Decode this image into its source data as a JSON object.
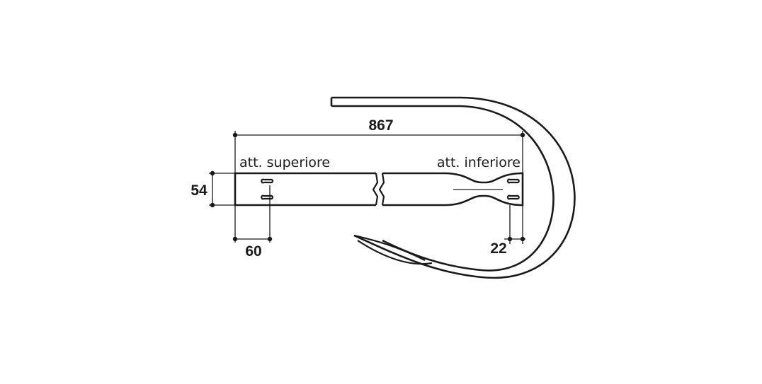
{
  "dimensions": {
    "total_length": "867",
    "width": "54",
    "top_hole_offset": "60",
    "bottom_hole_offset": "22"
  },
  "labels": {
    "upper_attachment": "att. superiore",
    "lower_attachment": "att. inferiore"
  },
  "colors": {
    "line": "#1a1a1a",
    "background": "#ffffff"
  }
}
